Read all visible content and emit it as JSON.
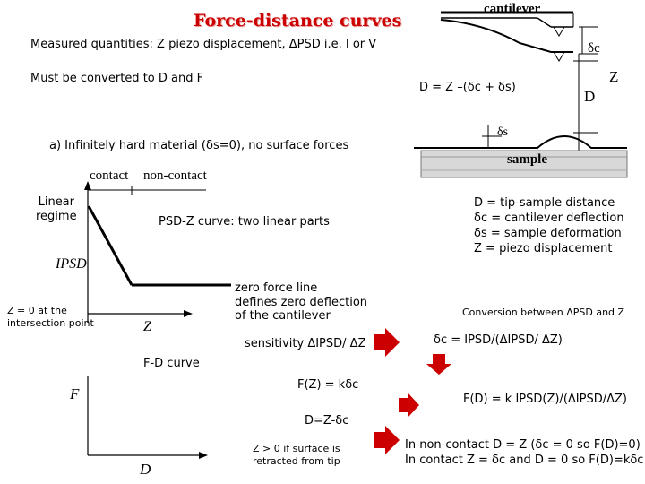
{
  "title": "Force-distance curves",
  "measured": "Measured quantities: Z piezo displacement, ΔPSD i.e. I or V",
  "must_convert": "Must be converted to D and F",
  "case_a": "a) Infinitely hard material (δs=0), no surface forces",
  "formula_D": "D = Z –(δc + δs)",
  "cantilever_fig": {
    "cantilever_label": "cantilever",
    "sample_label": "sample",
    "delta_c": "δc",
    "Z": "Z",
    "D": "D",
    "delta_s": "δs"
  },
  "definitions": [
    "D = tip-sample distance",
    "δc = cantilever deflection",
    "δs = sample deformation",
    "Z = piezo displacement"
  ],
  "psd_plot": {
    "contact": "contact",
    "non_contact": "non-contact",
    "ylabel": "IPSD",
    "xlabel": "Z",
    "linear_regime": "Linear\nregime",
    "two_linear_parts": "PSD-Z curve: two linear parts",
    "z_zero_note": "Z = 0 at the\nintersection point",
    "zero_force_line": "zero force line\ndefines zero deflection\nof the cantilever",
    "sensitivity": "sensitivity ΔIPSD/ ΔZ"
  },
  "conversion": {
    "heading": "Conversion between ΔPSD and Z",
    "delta_c_eq": "δc = IPSD/(ΔIPSD/ ΔZ)",
    "fz": "F(Z) = kδc",
    "fd": "F(D) = k IPSD(Z)/(ΔIPSD/ΔZ)",
    "d_eq": "D=Z-δc",
    "non_contact_line": "In non-contact D = Z (δc = 0 so F(D)=0)",
    "contact_line": "In contact Z = δc and D = 0 so F(D)=kδc"
  },
  "fd_plot": {
    "label": "F-D curve",
    "ylabel": "F",
    "xlabel": "D",
    "retracted_note": "Z > 0 if surface is\nretracted from tip"
  },
  "arrow_color": "#cc0000"
}
